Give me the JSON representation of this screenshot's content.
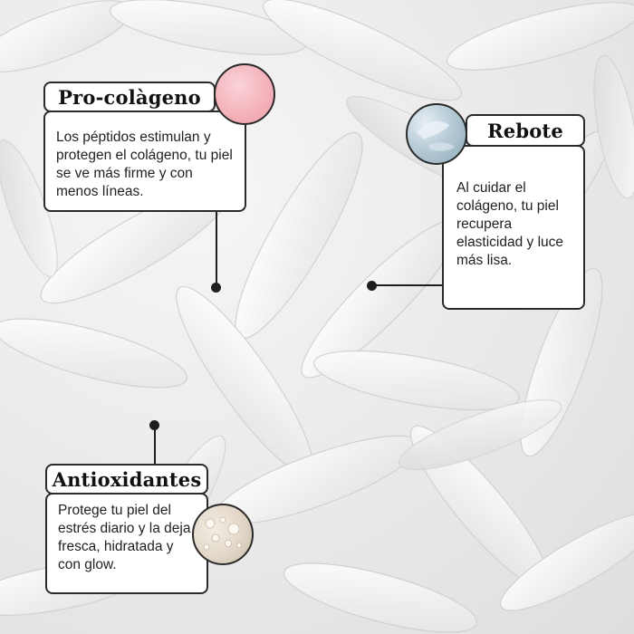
{
  "callouts": [
    {
      "title": "Pro-colàgeno",
      "text": "Los péptidos estimulan y protegen el colágeno, tu piel se ve más firme y con menos líneas.",
      "swatch_color": "#f4b3bb",
      "icon": "pink-texture-swatch-icon"
    },
    {
      "title": "Rebote",
      "text": "Al cuidar el colágeno, tu piel recupera elasticidad y luce más lisa.",
      "swatch_color": "#a9c1cf",
      "icon": "blue-gel-texture-icon"
    },
    {
      "title": "Antioxidantes",
      "text": "Protege tu piel del estrés diario y la deja fresca, hidratada y con glow.",
      "swatch_color": "#e2d7c9",
      "icon": "cream-bubbles-texture-icon"
    }
  ],
  "colors": {
    "border": "#2a2a2a",
    "background": "#ececec",
    "text": "#222222"
  }
}
